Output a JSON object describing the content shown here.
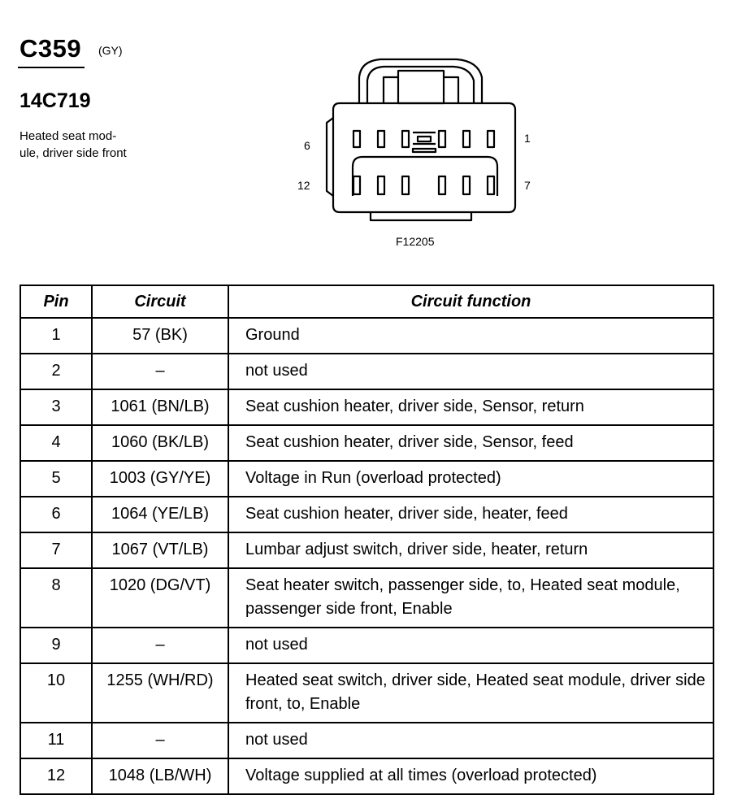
{
  "connector": {
    "code": "C359",
    "color": "(GY)",
    "part_number": "14C719",
    "description": "Heated seat mod-ule, driver side front",
    "description_lines": [
      "Heated seat mod-",
      "ule, driver side front"
    ],
    "figure_id": "F12205",
    "pin_labels": {
      "top_left": "6",
      "top_right": "1",
      "bottom_left": "12",
      "bottom_right": "7"
    }
  },
  "table": {
    "headers": {
      "pin": "Pin",
      "circuit": "Circuit",
      "function": "Circuit function"
    },
    "rows": [
      {
        "pin": "1",
        "circuit": "57 (BK)",
        "function": "Ground"
      },
      {
        "pin": "2",
        "circuit": "–",
        "function": "not used"
      },
      {
        "pin": "3",
        "circuit": "1061 (BN/LB)",
        "function": "Seat cushion heater, driver side, Sensor, return"
      },
      {
        "pin": "4",
        "circuit": "1060 (BK/LB)",
        "function": "Seat cushion heater, driver side, Sensor, feed"
      },
      {
        "pin": "5",
        "circuit": "1003 (GY/YE)",
        "function": "Voltage in Run (overload protected)"
      },
      {
        "pin": "6",
        "circuit": "1064 (YE/LB)",
        "function": "Seat cushion heater, driver side, heater, feed"
      },
      {
        "pin": "7",
        "circuit": "1067 (VT/LB)",
        "function": "Lumbar adjust switch, driver side, heater, return"
      },
      {
        "pin": "8",
        "circuit": "1020 (DG/VT)",
        "function": "Seat heater switch, passenger side, to, Heated seat module, passenger side front, Enable"
      },
      {
        "pin": "9",
        "circuit": "–",
        "function": "not used"
      },
      {
        "pin": "10",
        "circuit": "1255 (WH/RD)",
        "function": "Heated seat switch, driver side, Heated seat module, driver side front, to, Enable"
      },
      {
        "pin": "11",
        "circuit": "–",
        "function": "not used"
      },
      {
        "pin": "12",
        "circuit": "1048 (LB/WH)",
        "function": "Voltage supplied at all times (overload protected)"
      }
    ]
  }
}
